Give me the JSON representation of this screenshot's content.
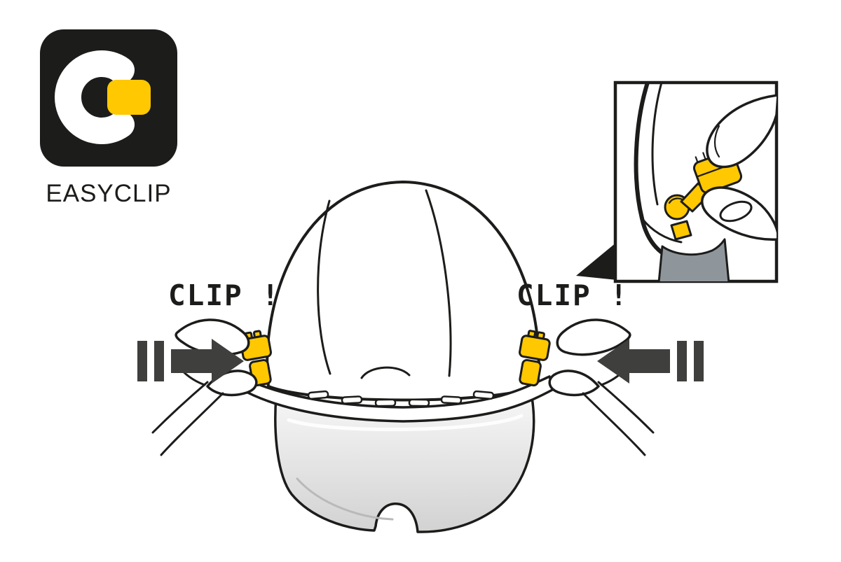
{
  "logo": {
    "label": "EASYCLIP"
  },
  "labels": {
    "clip_left": "CLIP !",
    "clip_right": "CLIP !"
  },
  "colors": {
    "background": "#FFFFFF",
    "ink": "#1C1C1B",
    "accent_yellow": "#FFC800",
    "arrow_gray": "#3F3F3E",
    "visor_light": "#F7F7F7",
    "visor_dark": "#D2D2D2",
    "inset_gray": "#8F969B"
  },
  "icons": {
    "easyclip_logo": "rounded black square with white C and yellow clip mark",
    "arrow_left": "striped arrow pointing inward toward helmet",
    "arrow_right": "striped arrow pointing inward toward helmet",
    "callout_triangle": "pointer from detail inset to clip location"
  }
}
